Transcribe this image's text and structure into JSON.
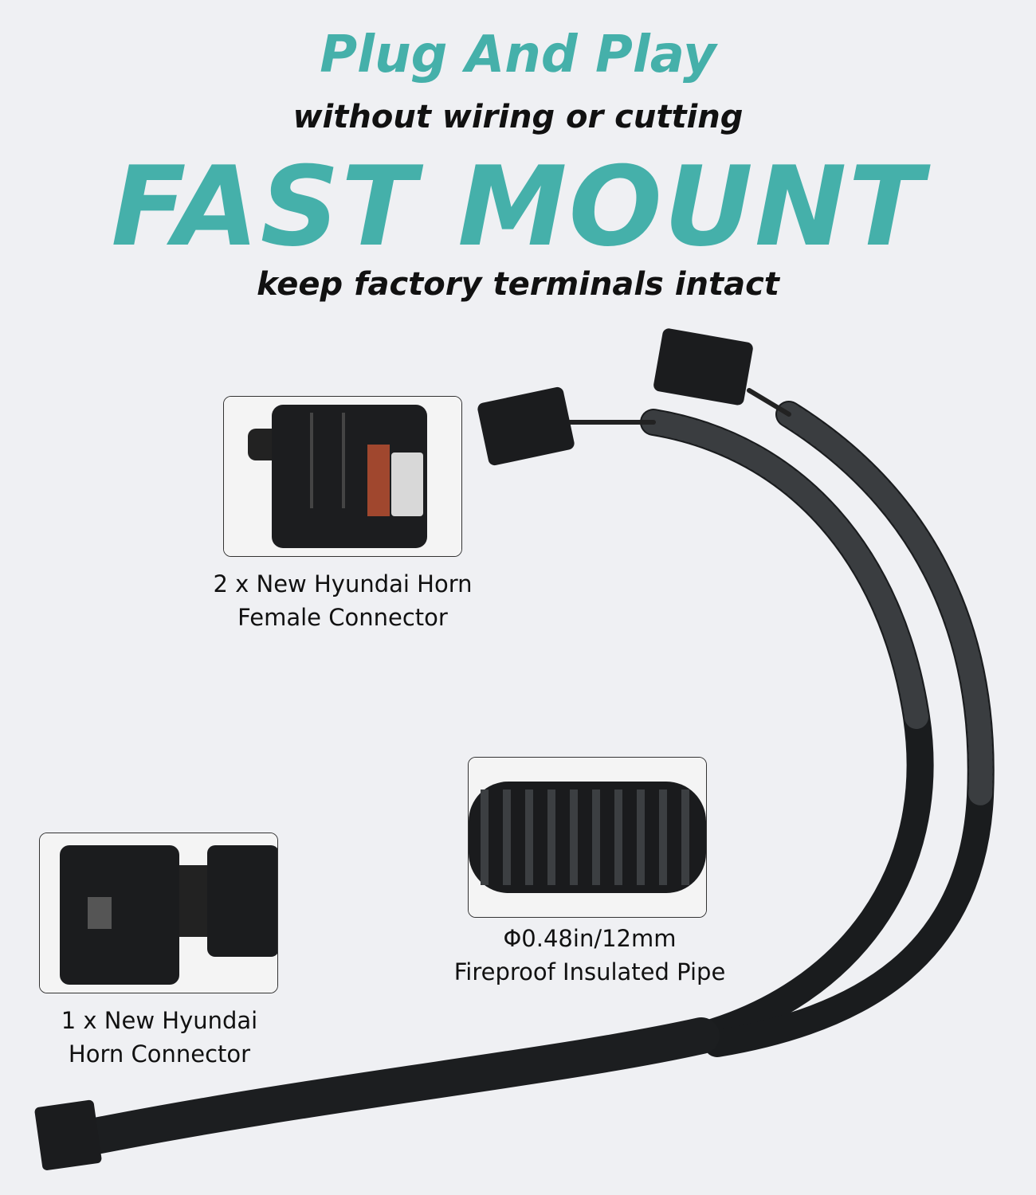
{
  "headline": {
    "title": "Plug And Play",
    "subtitle": "without wiring or cutting",
    "big_title": "FAST MOUNT",
    "tagline": "keep factory terminals intact"
  },
  "callouts": [
    {
      "line1": "2 x New Hyundai Horn",
      "line2": "Female Connector",
      "icon": "female-connector-icon"
    },
    {
      "line1": "Φ0.48in/12mm",
      "line2": "Fireproof Insulated Pipe",
      "icon": "corrugated-pipe-icon"
    },
    {
      "line1": "1 x New Hyundai",
      "line2": "Horn Connector",
      "icon": "male-connector-icon"
    }
  ],
  "colors": {
    "accent": "#45b0aa",
    "background": "#eff0f3",
    "text": "#111111"
  }
}
